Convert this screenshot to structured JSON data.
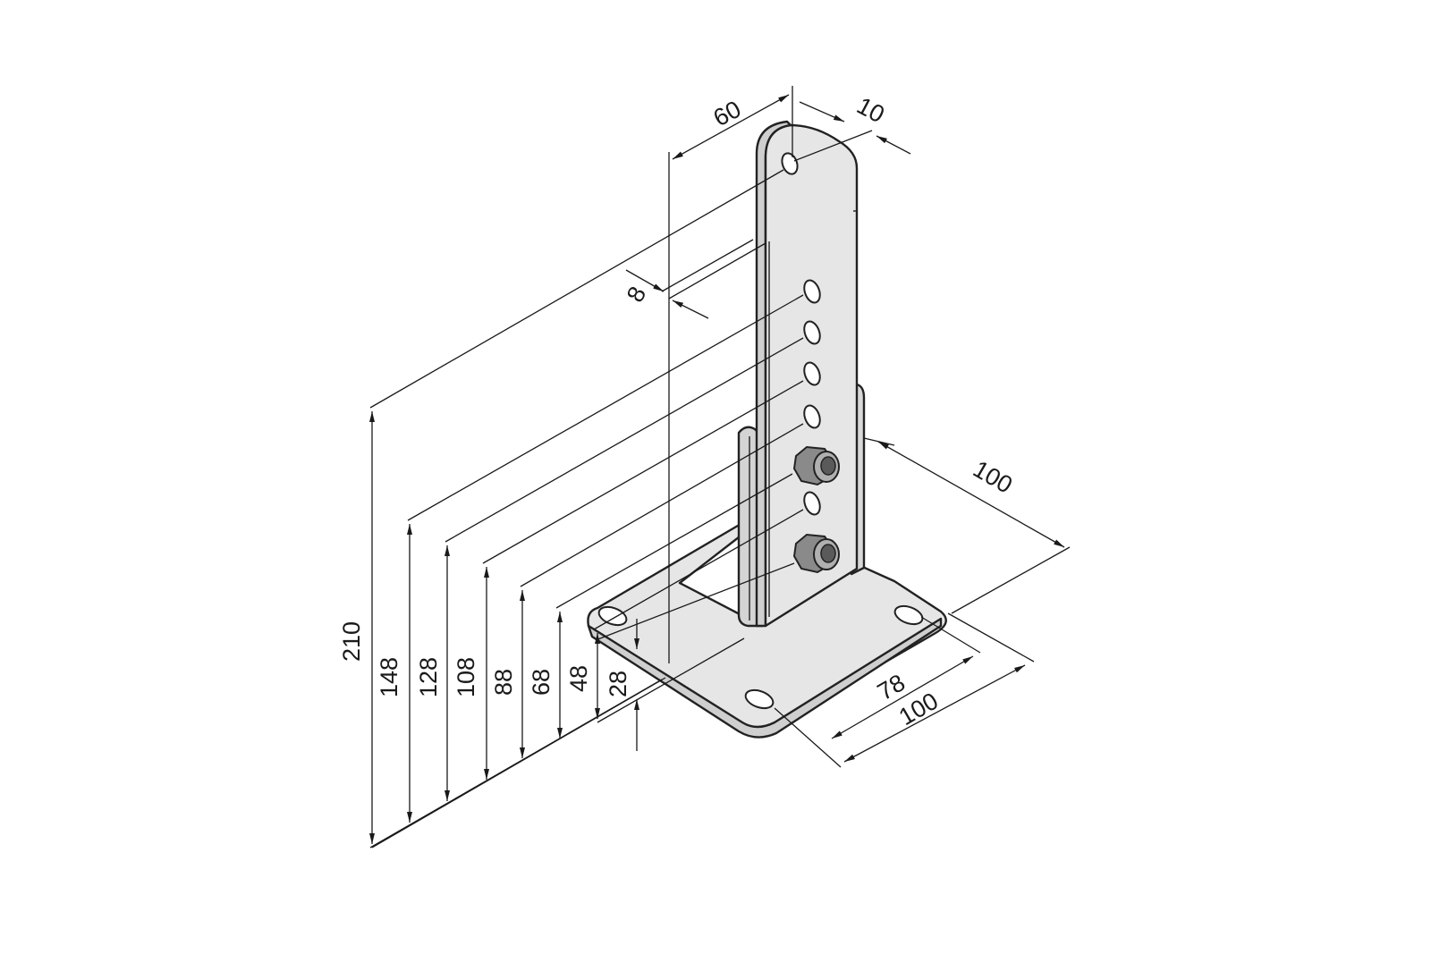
{
  "drawing": {
    "colors": {
      "background": "#ffffff",
      "line": "#1a1a1a",
      "metal": "#e6e6e6",
      "metal_shade": "#cfcfcf",
      "nut": "#8a8a8a",
      "nut_dark": "#5a5a5a"
    }
  },
  "dimensions": {
    "top_width": "60",
    "top_thickness": "10",
    "slot_gap": "8",
    "base_depth": "100",
    "base_width": "100",
    "base_hole_spacing": "78",
    "h210": "210",
    "h148": "148",
    "h128": "128",
    "h108": "108",
    "h88": "88",
    "h68": "68",
    "h48": "48",
    "h28": "28"
  }
}
